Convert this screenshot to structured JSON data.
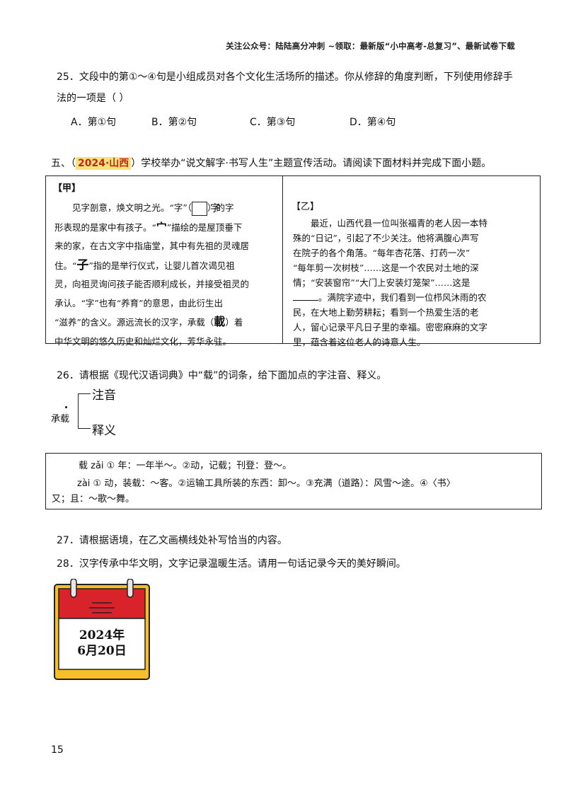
{
  "header": {
    "text": "关注公众号：陆陆高分冲刺  ~领取：最新版“小中高考-总复习”、最新试卷下载"
  },
  "q25": {
    "line1": "25．文段中的第①～④句是小组成员对各个文化生活场所的描述。你从修辞的角度判断，下列使用修辞手",
    "line2": "法的一项是（    ）",
    "options": [
      "A．第①句",
      "B．第②句",
      "C．第③句",
      "D．第④句"
    ]
  },
  "section5": {
    "prefix": "五、（",
    "tag": "2024·山西",
    "suffix": "）学校举办“说文解字·书写人生”主题宣传活动。请阅读下面材料并完成下面小题。"
  },
  "jia": {
    "title": "【甲】",
    "lines": [
      "见字剖意，焕文明之光。“字”（",
      "）的字",
      "形表现的是家中有孩子。“",
      "”描绘的是屋顶垂下",
      "来的家，在古文字中指庙堂，其中有先祖的灵魂居",
      "住。“",
      "”指的是举行仪式，让婴儿首次谒见祖",
      "灵，向祖灵询问孩子能否顺利成长，并接受祖灵的",
      "承认。“字”也有“养育”的意思，由此衍生出",
      "“滋养”的含义。源远流长的汉字，承载（",
      "）着",
      "中华文明的悠久历史和灿烂文化，芳华永驻。"
    ],
    "glyphs": {
      "zi": "字",
      "mian": "宀",
      "zi2": "子",
      "zai": "載"
    }
  },
  "yi": {
    "title": "【乙】",
    "lines": [
      "最近，山西代县一位叫张福青的老人因一本特",
      "殊的“日记”，引起了不少关注。他将满腹心声写",
      "在院子的各个角落。“每年杏花落、打药一次”",
      "“每年剪一次树枝”……这是一个农民对土地的深",
      "情；“安装窗帘”“大门上安装灯笼架”……这是",
      "。满院字迹中，我们看到一位栉风沐雨的农",
      "民，在大地上勤劳耕耘；看到一个热爱生活的老",
      "人，留心记录平凡日子里的幸福。密密麻麻的文字",
      "里，蕴含着这位老人的诗意人生。"
    ]
  },
  "q26": {
    "text": "26．请根据《现代汉语词典》中“载”的词条，给下面加点的字注音、释义。",
    "word": "承载",
    "branch_top": "注音",
    "branch_bottom": "释义"
  },
  "dict": {
    "line1": "载  zǎi ① 年：一年半～。②动，记载；刊登：登～。",
    "line2": "zài ① 动，装载：～客。②运输工具所装的东西：卸～。③充满（道路）：风雪～途。④〈书〉",
    "line3": "又；且：～歌～舞。"
  },
  "q27": {
    "text": "27．请根据语境，在乙文画横线处补写恰当的内容。"
  },
  "q28": {
    "text": "28．汉字传承中华文明，文字记录温暖生活。请用一句话记录今天的美好瞬间。"
  },
  "calendar": {
    "year": "2024年",
    "date": "6月20日"
  },
  "page_number": "15"
}
